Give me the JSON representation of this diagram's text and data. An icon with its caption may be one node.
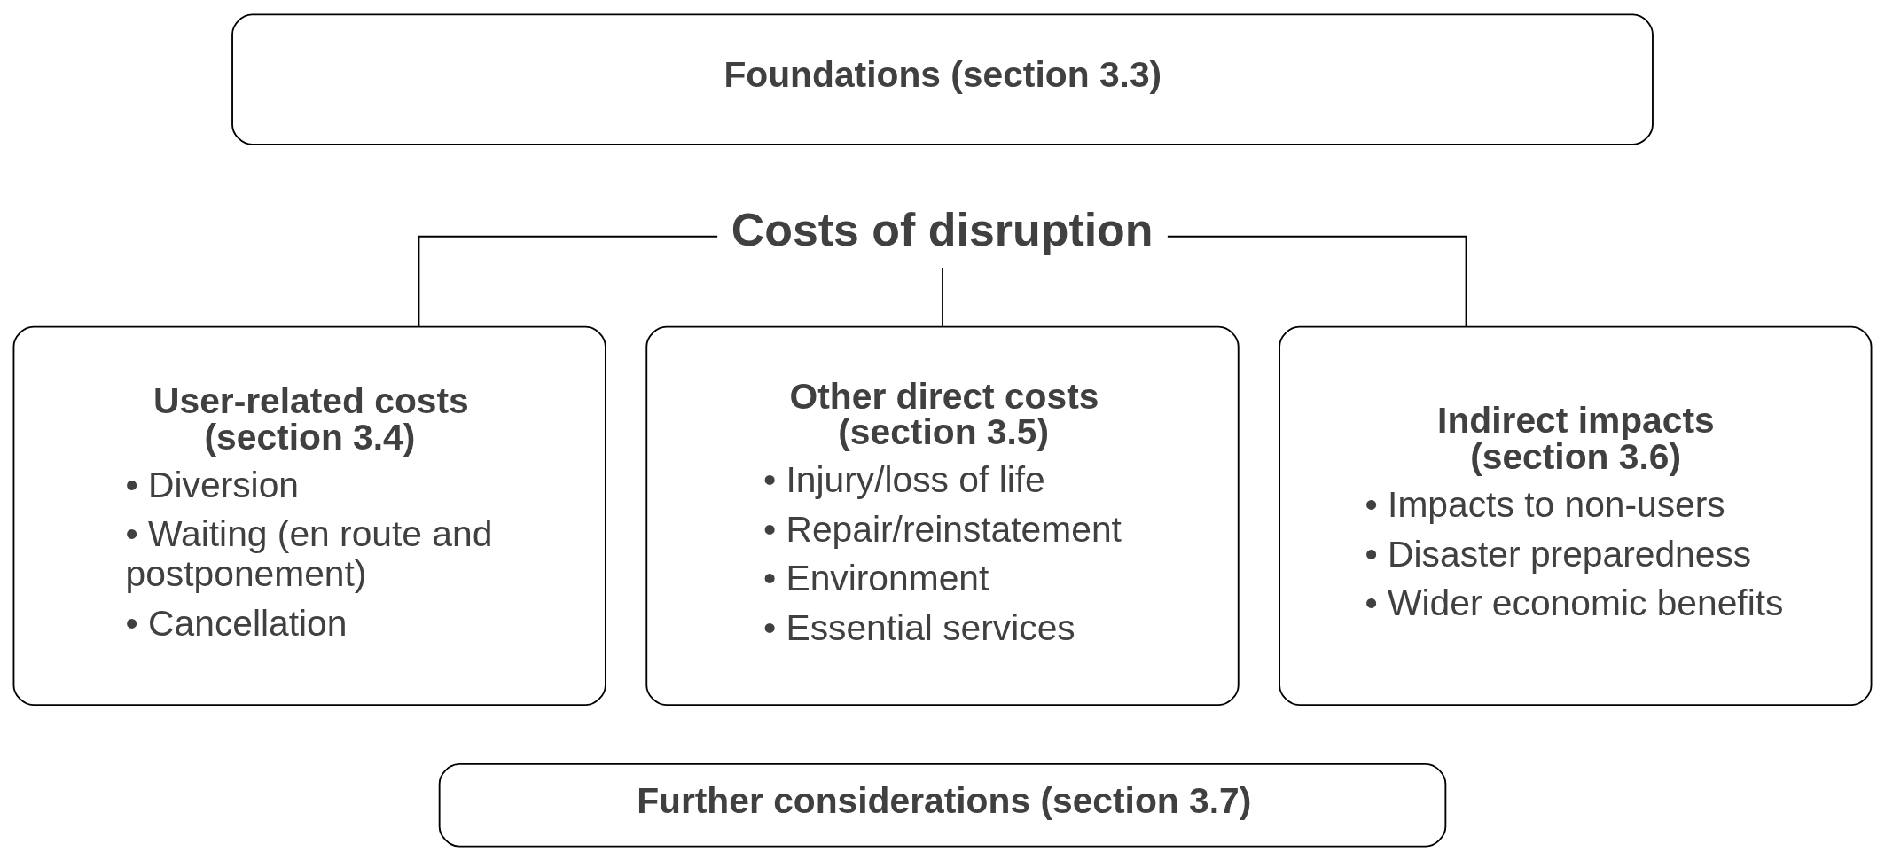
{
  "diagram": {
    "nodes": [
      {
        "text": [
          "Foundations (section 3.3)"
        ]
      },
      {
        "text": [
          "Costs of disruption"
        ]
      },
      {
        "text": [
          "User-related costs (section 3.4)",
          "• Diversion",
          "• Waiting (en route and postponement)",
          "• Cancellation"
        ]
      },
      {
        "text": [
          "Other direct costs (section 3.5)",
          "• Injury/loss of life",
          "• Repair/reinstatement",
          "• Environment",
          "• Essential services"
        ]
      },
      {
        "text": [
          "Indirect impacts (section 3.6)",
          "• Impacts to non-users",
          "• Disaster preparedness",
          "• Wider economic benefits"
        ]
      },
      {
        "text": [
          "Further considerations (section 3.7)"
        ]
      }
    ],
    "edges": [
      {
        "from": 1,
        "to": 2,
        "arrow": "none"
      },
      {
        "from": 1,
        "to": 3,
        "arrow": "none"
      },
      {
        "from": 1,
        "to": 4,
        "arrow": "none"
      }
    ]
  }
}
